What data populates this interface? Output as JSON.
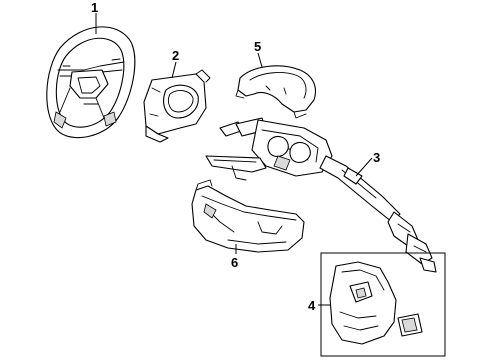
{
  "callouts": [
    {
      "label": "1",
      "part": "steering-wheel"
    },
    {
      "label": "2",
      "part": "airbag-module"
    },
    {
      "label": "3",
      "part": "steering-column"
    },
    {
      "label": "4",
      "part": "column-cover-lower"
    },
    {
      "label": "5",
      "part": "column-cover-upper"
    },
    {
      "label": "6",
      "part": "column-cover-side"
    }
  ]
}
